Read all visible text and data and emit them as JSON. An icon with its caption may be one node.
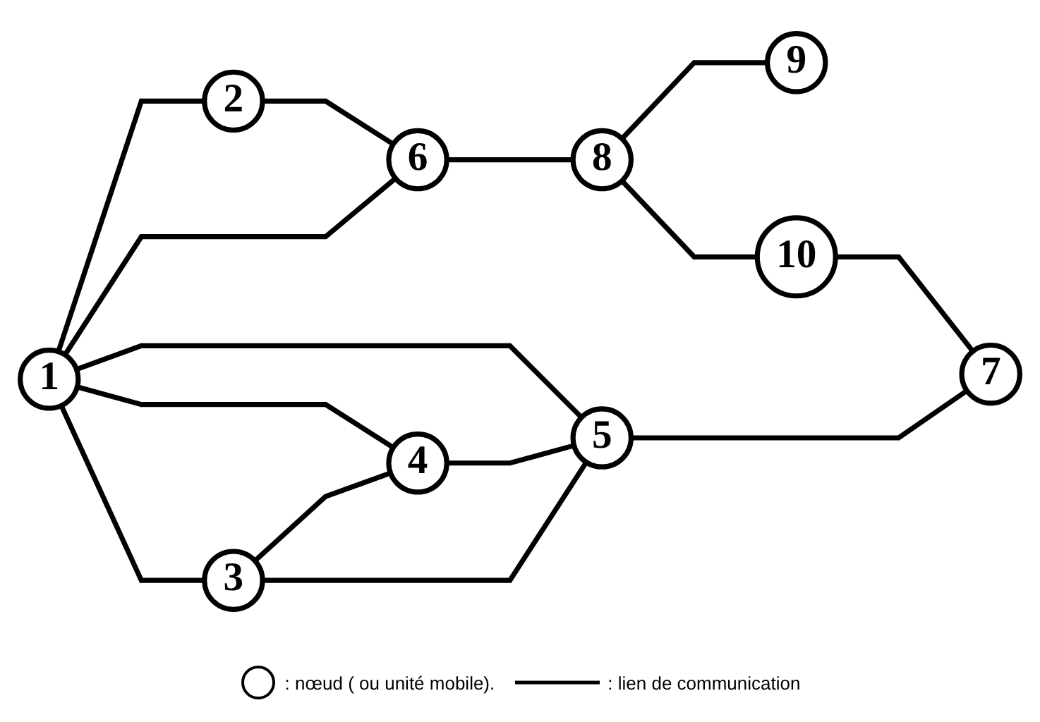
{
  "diagram": {
    "nodes": [
      {
        "text": [
          "1"
        ]
      },
      {
        "text": [
          "2"
        ]
      },
      {
        "text": [
          "3"
        ]
      },
      {
        "text": [
          "4"
        ]
      },
      {
        "text": [
          "5"
        ]
      },
      {
        "text": [
          "6"
        ]
      },
      {
        "text": [
          "7"
        ]
      },
      {
        "text": [
          "8"
        ]
      },
      {
        "text": [
          "9"
        ]
      },
      {
        "text": [
          "10"
        ]
      }
    ],
    "edges": [
      {
        "from": 0,
        "to": 1,
        "arrow": "none"
      },
      {
        "from": 1,
        "to": 5,
        "arrow": "none"
      },
      {
        "from": 0,
        "to": 5,
        "arrow": "none"
      },
      {
        "from": 5,
        "to": 7,
        "arrow": "none"
      },
      {
        "from": 7,
        "to": 8,
        "arrow": "none"
      },
      {
        "from": 7,
        "to": 9,
        "arrow": "none"
      },
      {
        "from": 9,
        "to": 6,
        "arrow": "none"
      },
      {
        "from": 4,
        "to": 6,
        "arrow": "none"
      },
      {
        "from": 0,
        "to": 3,
        "arrow": "none"
      },
      {
        "from": 0,
        "to": 4,
        "arrow": "none"
      },
      {
        "from": 0,
        "to": 2,
        "arrow": "none"
      },
      {
        "from": 2,
        "to": 3,
        "arrow": "none"
      },
      {
        "from": 3,
        "to": 4,
        "arrow": "none"
      },
      {
        "from": 2,
        "to": 4,
        "arrow": "none"
      }
    ],
    "legend": [
      {
        "text": ": nœud ( ou unité mobile)."
      },
      {
        "text": ": lien de communication"
      }
    ]
  }
}
